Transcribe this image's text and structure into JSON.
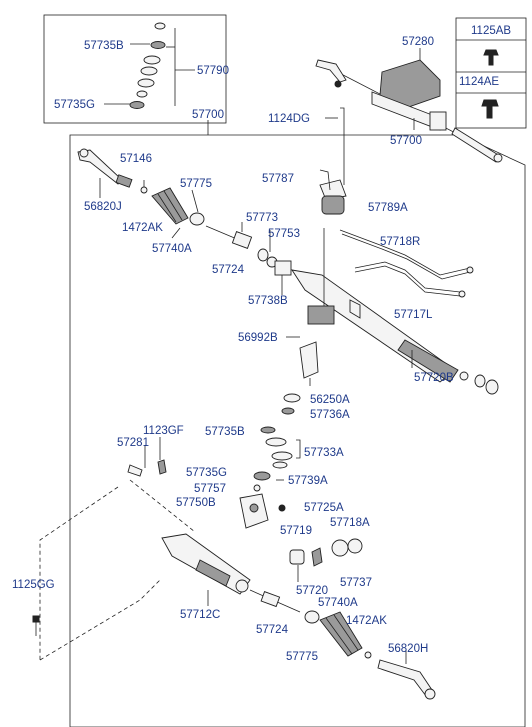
{
  "box_labels": {
    "bolt_a": "1125AB",
    "bolt_b": "1124AE"
  },
  "labels": {
    "p57735B_top": "57735B",
    "p57790": "57790",
    "p57735G_top": "57735G",
    "p57280": "57280",
    "p57700_thumb": "57700",
    "p57700_main": "57700",
    "p1124DG": "1124DG",
    "p57146": "57146",
    "p56820J": "56820J",
    "p1472AK_left": "1472AK",
    "p57775_top": "57775",
    "p57740A_top": "57740A",
    "p57787": "57787",
    "p57789A": "57789A",
    "p57773": "57773",
    "p57753": "57753",
    "p57724_top": "57724",
    "p57738B": "57738B",
    "p57718R": "57718R",
    "p57717L": "57717L",
    "p56992B": "56992B",
    "p57720B": "57720B",
    "p56250A": "56250A",
    "p57736A": "57736A",
    "p57735B_mid": "57735B",
    "p1123GF": "1123GF",
    "p57281": "57281",
    "p57733A": "57733A",
    "p57735G_mid": "57735G",
    "p57739A": "57739A",
    "p57757": "57757",
    "p57750B": "57750B",
    "p57725A": "57725A",
    "p57719": "57719",
    "p57718A": "57718A",
    "p1125GG": "1125GG",
    "p57720": "57720",
    "p57737": "57737",
    "p57712C": "57712C",
    "p57740A_bot": "57740A",
    "p57724_bot": "57724",
    "p1472AK_bot": "1472AK",
    "p56820H": "56820H",
    "p57775_bot": "57775"
  }
}
